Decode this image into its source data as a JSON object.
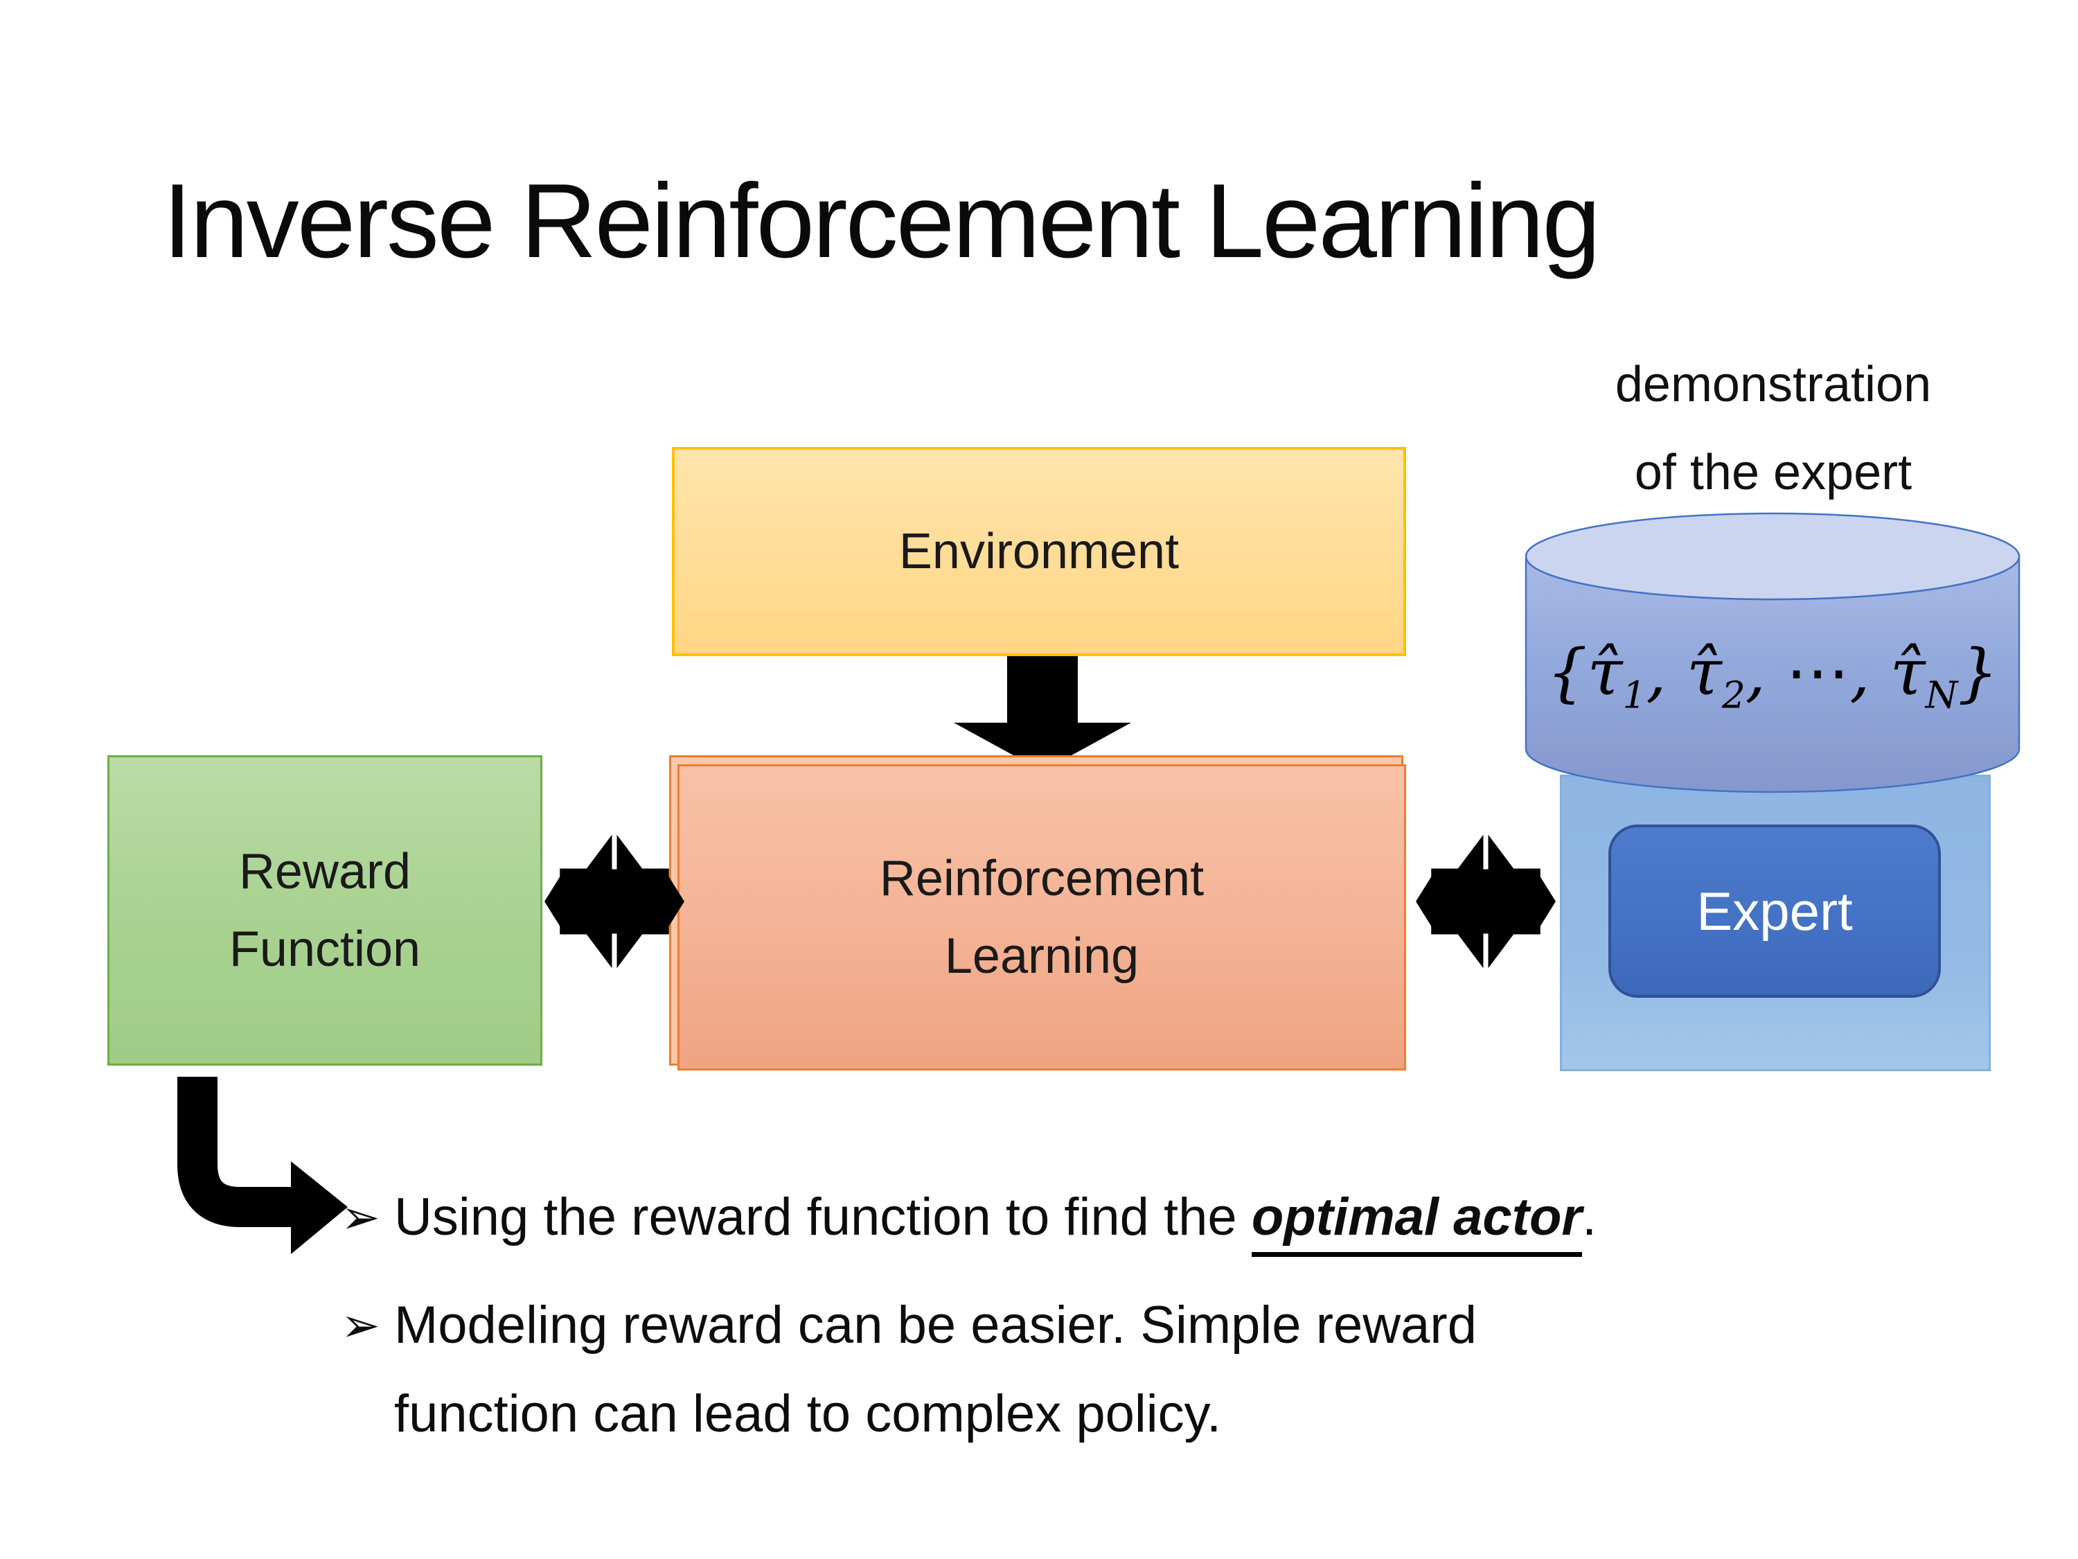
{
  "slide": {
    "title": "Inverse Reinforcement Learning",
    "background_color": "#FFFFFF",
    "text_color": "#0D0D0D"
  },
  "annotation": {
    "line1": "demonstration",
    "line2": "of the expert"
  },
  "environment_box": {
    "label": "Environment",
    "fill": "#FFDC97",
    "border": "#FFC000"
  },
  "reward_box": {
    "line1": "Reward",
    "line2": "Function",
    "fill": "#ABD394",
    "border": "#70AD47"
  },
  "rl_box": {
    "line1": "Reinforcement",
    "line2": "Learning",
    "fill": "#F4B497",
    "border": "#ED7D31"
  },
  "expert_panel": {
    "fill": "#93BAE5",
    "border": "#86AEDC"
  },
  "expert_box": {
    "label": "Expert",
    "fill": "#4472C4",
    "border": "#2E5395",
    "text_color": "#FFFFFF"
  },
  "database": {
    "body_fill": "#8CA4D8",
    "top_fill": "#CBD5EF",
    "stroke": "#4472C4",
    "formula": {
      "open": "{",
      "terms": [
        {
          "base": "τ̂",
          "sub": "1"
        },
        {
          "base": "τ̂",
          "sub": "2"
        },
        {
          "base": "⋯",
          "sub": ""
        },
        {
          "base": "τ̂",
          "sub": "N"
        }
      ],
      "close": "}"
    }
  },
  "arrows": {
    "color": "#000000"
  },
  "bullets": {
    "glyph": "➢",
    "item1": {
      "pre": "Using the reward function to find the ",
      "emphasis": "optimal actor",
      "post": "."
    },
    "item2": {
      "line1": "Modeling reward can be easier. Simple reward",
      "line2": "function can lead to complex policy."
    }
  }
}
